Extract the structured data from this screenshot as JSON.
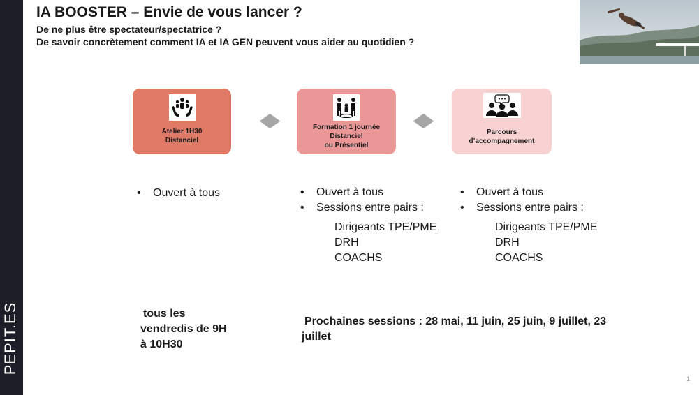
{
  "sidebar": {
    "brand": "PEPIT.ES"
  },
  "header": {
    "title": "IA BOOSTER – Envie de vous lancer ?",
    "subtitle_1": "De ne plus être spectateur/spectatrice ?",
    "subtitle_2": "De savoir concrètement comment IA et IA GEN peuvent vous aider au quotidien ?"
  },
  "offers": [
    {
      "icon": "people-in-hands-icon",
      "color": "#e07a67",
      "label_lines": [
        "Atelier  1H30",
        "Distanciel"
      ],
      "bullets": [
        "Ouvert à tous"
      ],
      "audiences": []
    },
    {
      "icon": "group-meeting-icon",
      "color": "#eb9797",
      "label_lines": [
        "Formation 1 journée",
        "Distanciel",
        "ou Présentiel"
      ],
      "bullets": [
        "Ouvert à tous",
        "Sessions entre pairs :"
      ],
      "audiences": [
        "Dirigeants TPE/PME",
        "DRH",
        "COACHS"
      ]
    },
    {
      "icon": "discussion-group-icon",
      "color": "#f8d2d2",
      "label_lines": [
        "Parcours",
        "d’accompagnement"
      ],
      "bullets": [
        "Ouvert à tous",
        "Sessions entre pairs :"
      ],
      "audiences": [
        "Dirigeants TPE/PME",
        "DRH",
        "COACHS"
      ]
    }
  ],
  "schedule": {
    "workshop_lines": [
      "tous les",
      "vendredis de 9H",
      "à 10H30"
    ],
    "next_sessions_lines": [
      "Prochaines sessions : 28 mai, 11 juin, 25 juin, 9 juillet, 23",
      "juillet"
    ]
  },
  "page_number": "1"
}
